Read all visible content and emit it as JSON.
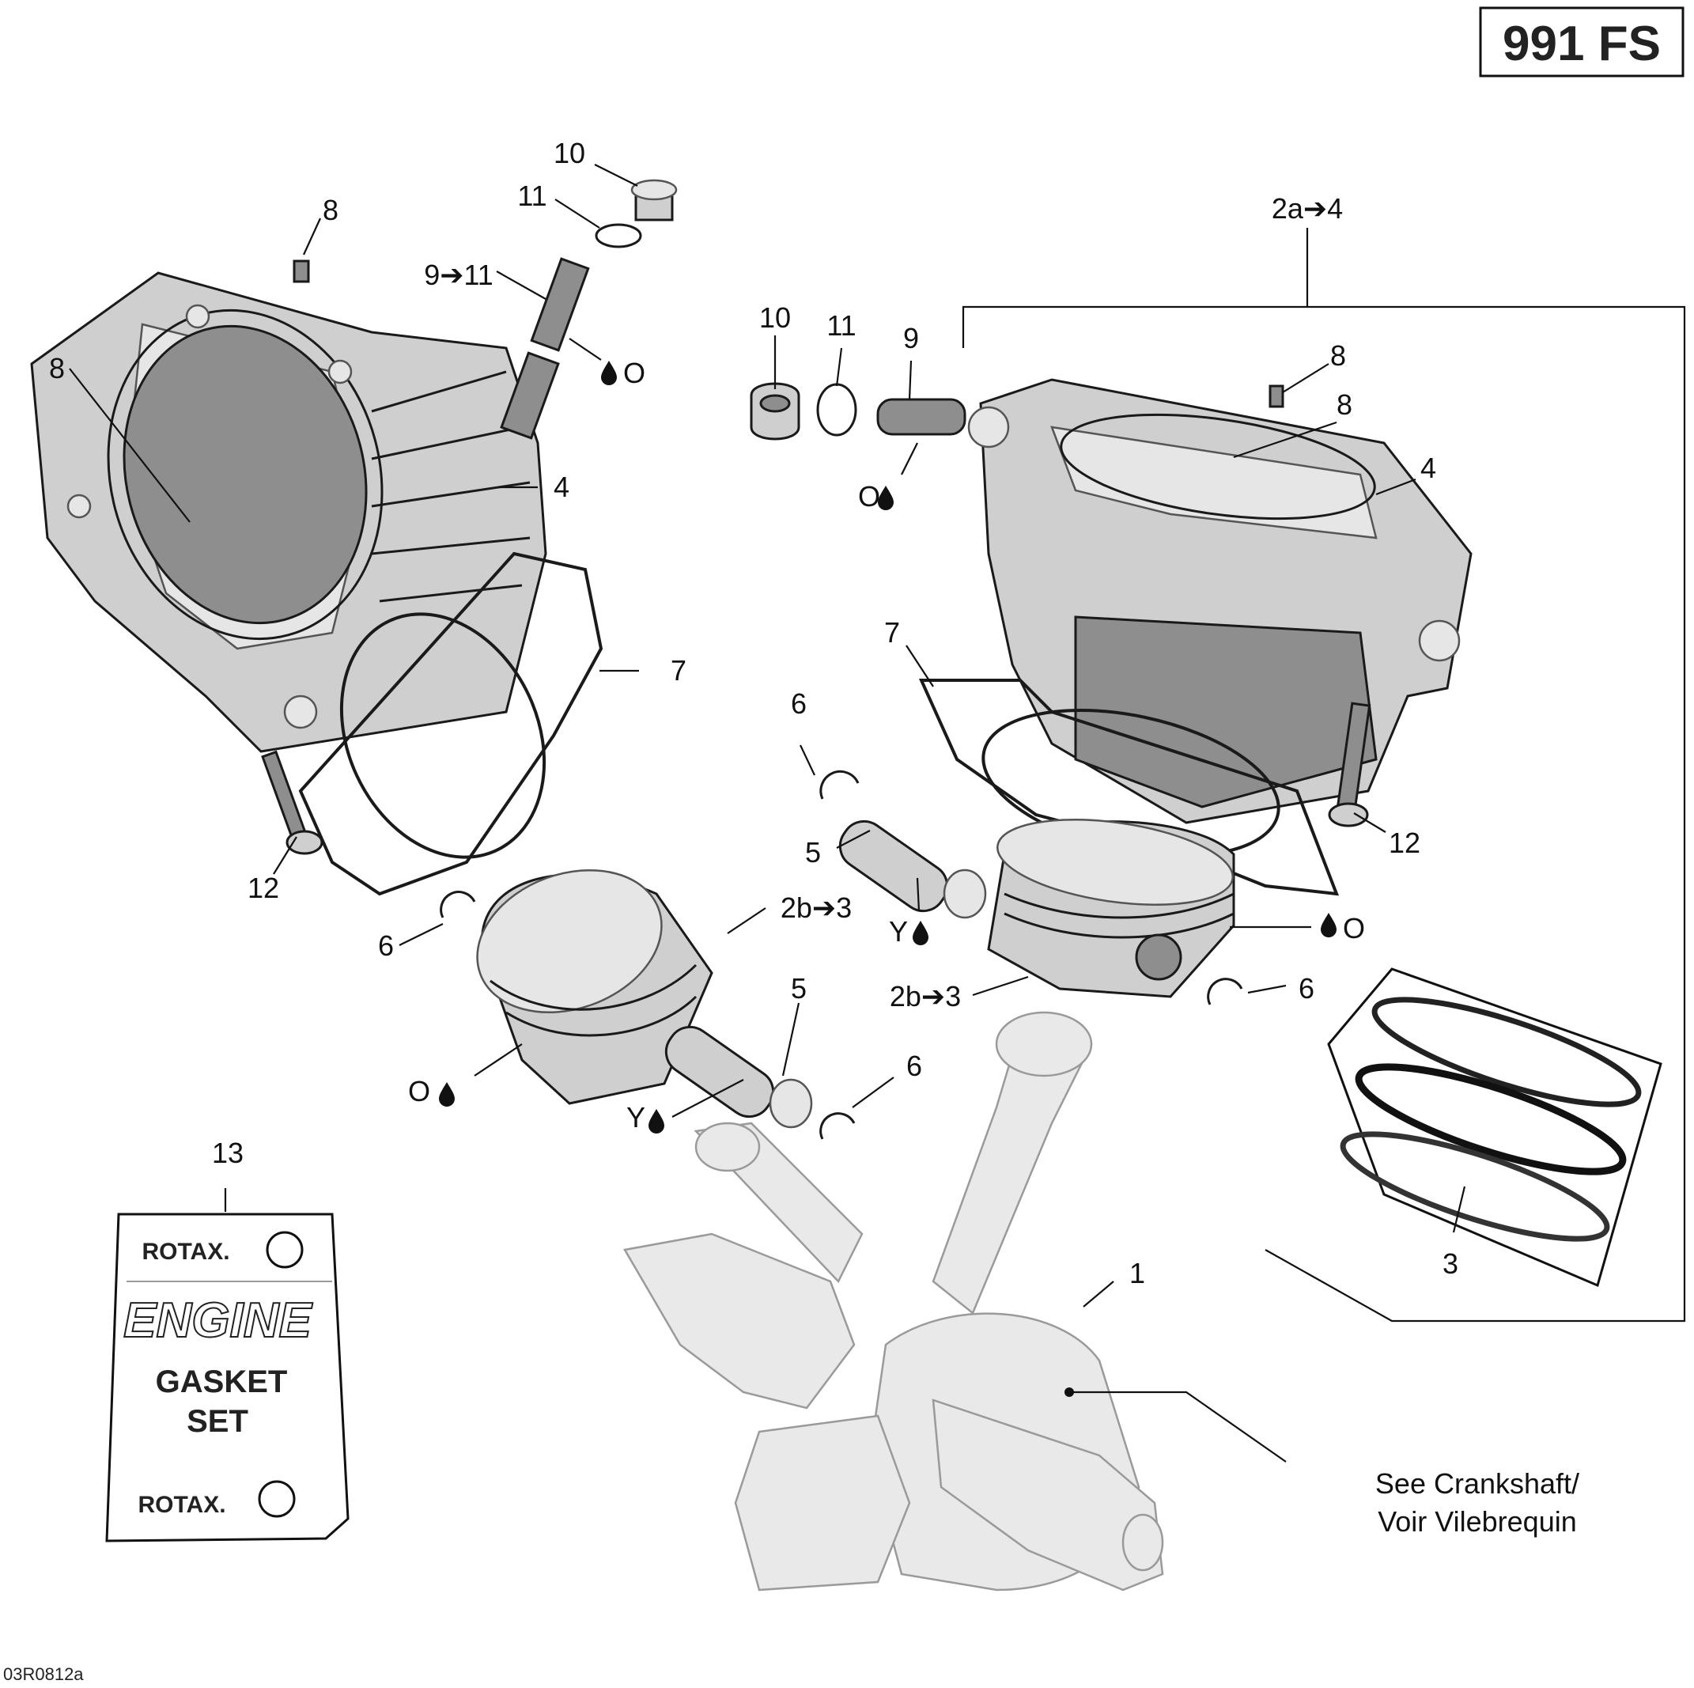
{
  "model_badge": "991 FS",
  "figure_code": "03R0812a",
  "crankshaft_note": {
    "line1": "See Crankshaft/",
    "line2": "Voir Vilebrequin"
  },
  "labels": {
    "l_10a": "10",
    "l_11a": "11",
    "l_8a": "8",
    "l_9_11": "9➔11",
    "l_oil_o_a": "O",
    "l_8b": "8",
    "l_4a": "4",
    "l_7a": "7",
    "l_12a": "12",
    "l_6a": "6",
    "l_2b3a": "2b➔3",
    "l_oil_o_b": "O",
    "l_5a": "5",
    "l_6b": "6",
    "l_oil_y_a": "Y",
    "l_13": "13",
    "l_2a4": "2a➔4",
    "l_10b": "10",
    "l_11b": "11",
    "l_9b": "9",
    "l_oil_o_c": "O",
    "l_8c": "8",
    "l_8d": "8",
    "l_4b": "4",
    "l_7b": "7",
    "l_6c": "6",
    "l_5b": "5",
    "l_oil_y_b": "Y",
    "l_12b": "12",
    "l_oil_o_d": "O",
    "l_2b3b": "2b➔3",
    "l_6d": "6",
    "l_3": "3",
    "l_1": "1"
  },
  "gasket_set": {
    "brand_top": "ROTAX.",
    "title": "ENGINE",
    "subtitle_1": "GASKET",
    "subtitle_2": "SET",
    "brand_bottom": "ROTAX."
  }
}
